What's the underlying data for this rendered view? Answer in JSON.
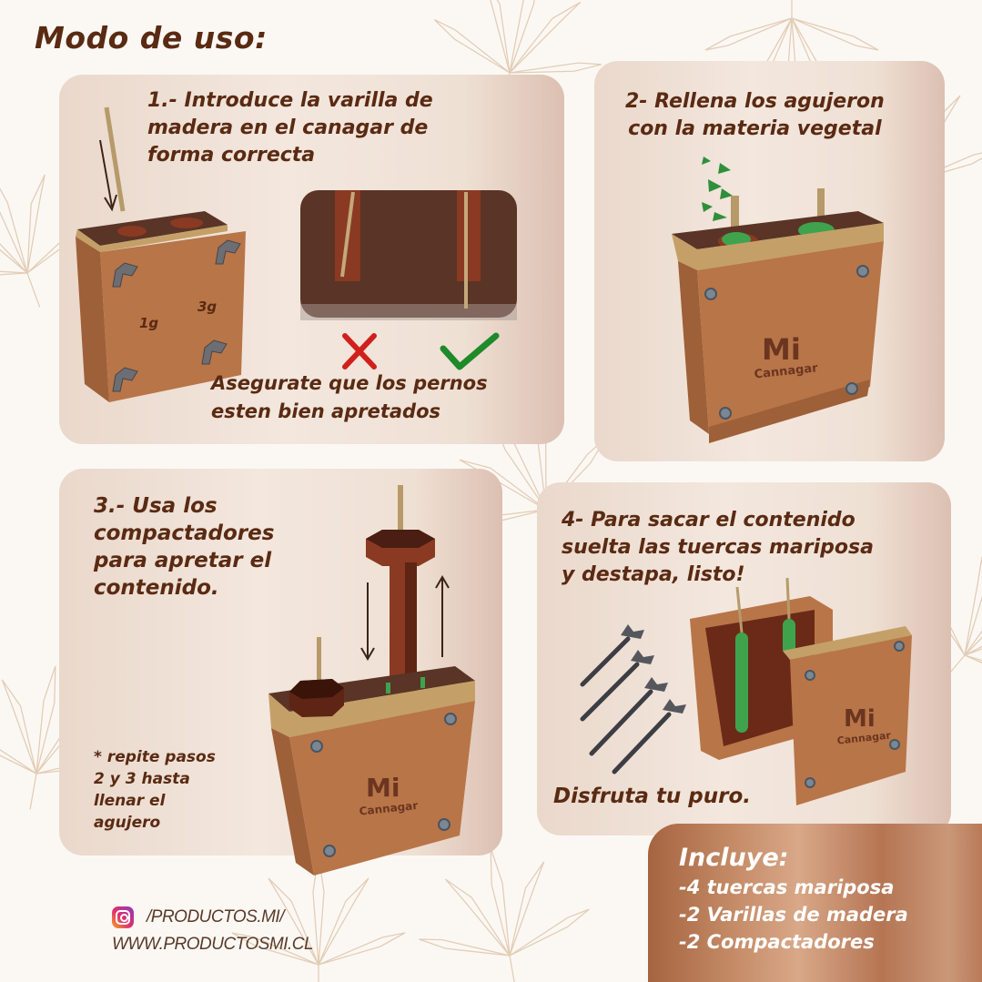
{
  "page": {
    "title": "Modo de uso:"
  },
  "steps": [
    {
      "id": 1,
      "text": "1.- Introduce la varilla de\nmadera  en el canagar de\nforma correcta",
      "note": "Asegurate que los pernos\nesten bien apretados",
      "box_labels": [
        "1g",
        "3g"
      ],
      "marks": [
        "wrong-x",
        "correct-check"
      ]
    },
    {
      "id": 2,
      "text": "2- Rellena los agujeron\ncon la materia vegetal",
      "logo_main": "Mi",
      "logo_sub": "Cannagar"
    },
    {
      "id": 3,
      "text": "3.- Usa los\ncompactadores\npara apretar el\ncontenido.",
      "note": "* repite pasos\n2 y 3 hasta\nllenar el\nagujero",
      "logo_main": "Mi",
      "logo_sub": "Cannagar"
    },
    {
      "id": 4,
      "text": "4- Para sacar el contenido\nsuelta las tuercas mariposa\ny destapa, listo!",
      "note": "Disfruta tu puro.",
      "logo_main": "Mi",
      "logo_sub": "Cannagar"
    }
  ],
  "includes": {
    "title": "Incluye:",
    "items": [
      "-4 tuercas mariposa",
      "-2 Varillas de madera",
      "-2 Compactadores"
    ]
  },
  "footer": {
    "instagram": "/PRODUCTOS.MI/",
    "website": "WWW.PRODUCTOSMI.CL",
    "icon": "instagram-icon"
  },
  "colors": {
    "text_brown": "#5a2a12",
    "wood": "#b87548",
    "wood_light": "#c4a068",
    "wood_dark": "#5a3426",
    "leaf_green": "#3fa34d",
    "wrong_red": "#d0201c",
    "correct_green": "#1e8a2a",
    "includes_bg": "#b97a58"
  }
}
